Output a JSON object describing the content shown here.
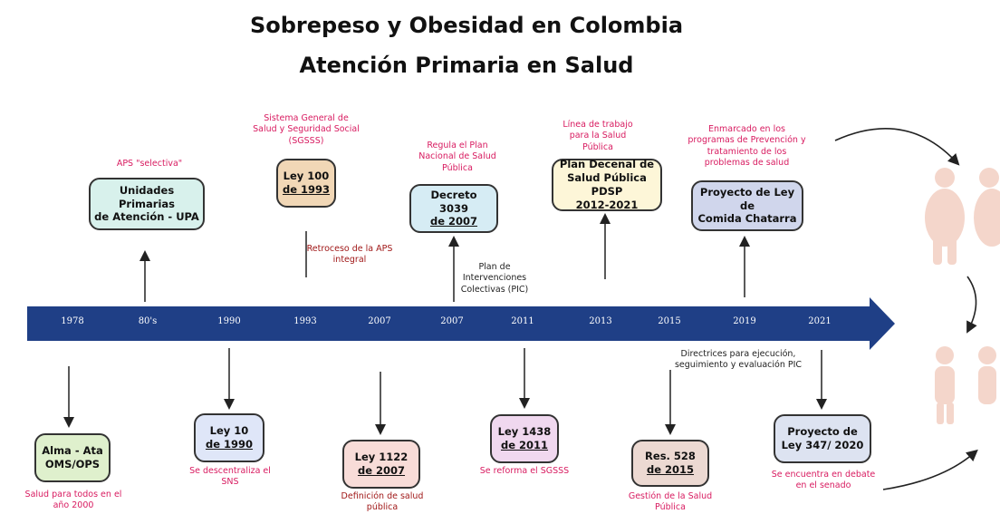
{
  "title": {
    "line1": "Sobrepeso y Obesidad en Colombia",
    "line2": "Atención Primaria en Salud"
  },
  "years": [
    "1978",
    "80's",
    "1990",
    "1993",
    "2007",
    "2007",
    "2011",
    "2013",
    "2015",
    "2019",
    "2021"
  ],
  "top_boxes": [
    {
      "l1": "Unidades Primarias",
      "l2": "de Atención - UPA",
      "note": "APS \"selectiva\""
    },
    {
      "l1": "Ley 100",
      "l2": "de 1993",
      "note": "Sistema General de Salud y Seguridad Social (SGSSS)"
    },
    {
      "l1": "Decreto 3039",
      "l2": "de 2007",
      "note": "Regula el Plan Nacional de Salud Pública"
    },
    {
      "l1": "Plan Decenal de",
      "l2": "Salud Pública PDSP",
      "l3": "2012-2021",
      "note": "Línea de trabajo para la Salud Pública"
    },
    {
      "l1": "Proyecto de Ley de",
      "l2": "Comida Chatarra",
      "note": "Enmarcado en los programas de Prevención y tratamiento de los problemas de salud"
    }
  ],
  "top_side_notes": {
    "retroceso": "Retroceso de la APS integral",
    "pic": "Plan de Intervenciones Colectivas (PIC)"
  },
  "bottom_boxes": [
    {
      "l1": "Alma - Ata",
      "l2": "OMS/OPS",
      "note": "Salud para todos en el año 2000"
    },
    {
      "l1": "Ley 10",
      "l2": "de 1990",
      "note": "Se descentraliza el SNS"
    },
    {
      "l1": "Ley 1122",
      "l2": "de 2007",
      "note": "Definición de salud pública"
    },
    {
      "l1": "Ley 1438",
      "l2": "de 2011",
      "note": "Se reforma el SGSSS"
    },
    {
      "l1": "Res. 528",
      "l2": "de 2015",
      "note": "Gestión de la Salud Pública"
    },
    {
      "l1": "Proyecto de",
      "l2": "Ley 347/ 2020",
      "note": "Se encuentra en debate en el senado"
    }
  ],
  "bottom_side_notes": {
    "directrices": "Directrices para ejecución, seguimiento y evaluación PIC"
  },
  "colors": {
    "timeline": "#1f3f86",
    "upa": "#d8f1ec",
    "ley100": "#f1d7b6",
    "decreto": "#d6ecf4",
    "pdsp": "#fdf6d8",
    "chatarra": "#d0d6ec",
    "almaata": "#dff0cd",
    "ley10": "#dfe6f8",
    "ley1122": "#f8dcd8",
    "ley1438": "#f0d8ef",
    "res528": "#ecd9d2",
    "ley347": "#dde3f1"
  }
}
